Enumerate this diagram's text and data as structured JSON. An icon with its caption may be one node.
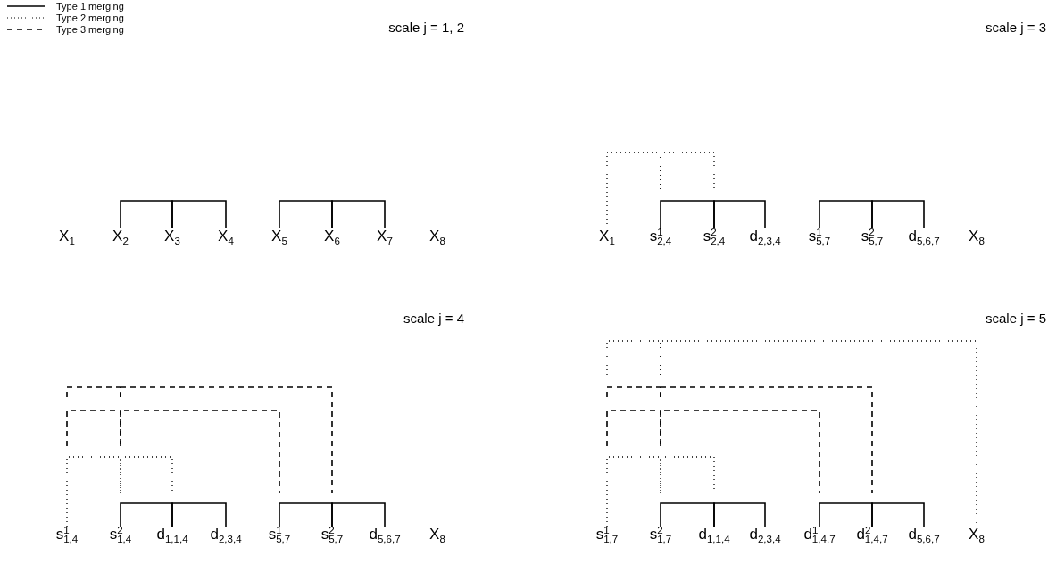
{
  "diagram": {
    "nodes": [
      {
        "text": [
          "X$_{1}$"
        ]
      },
      {
        "text": [
          "X$_{2}$"
        ]
      },
      {
        "text": [
          "X$_{3}$"
        ]
      },
      {
        "text": [
          "X$_{4}$"
        ]
      },
      {
        "text": [
          "X$_{5}$"
        ]
      },
      {
        "text": [
          "X$_{6}$"
        ]
      },
      {
        "text": [
          "X$_{7}$"
        ]
      },
      {
        "text": [
          "X$_{8}$"
        ]
      },
      {
        "text": [
          "X$_{1}$"
        ]
      },
      {
        "text": [
          "s$^{1}$$_{2,4}$"
        ]
      },
      {
        "text": [
          "s$^{2}$$_{2,4}$"
        ]
      },
      {
        "text": [
          "d$_{2,3,4}$"
        ]
      },
      {
        "text": [
          "s$^{1}$$_{5,7}$"
        ]
      },
      {
        "text": [
          "s$^{2}$$_{5,7}$"
        ]
      },
      {
        "text": [
          "d$_{5,6,7}$"
        ]
      },
      {
        "text": [
          "X$_{8}$"
        ]
      },
      {
        "text": [
          "s$^{1}$$_{1,4}$"
        ]
      },
      {
        "text": [
          "s$^{2}$$_{1,4}$"
        ]
      },
      {
        "text": [
          "d$_{1,1,4}$"
        ]
      },
      {
        "text": [
          "d$_{2,3,4}$"
        ]
      },
      {
        "text": [
          "s$^{1}$$_{5,7}$"
        ]
      },
      {
        "text": [
          "s$^{2}$$_{5,7}$"
        ]
      },
      {
        "text": [
          "d$_{5,6,7}$"
        ]
      },
      {
        "text": [
          "X$_{8}$"
        ]
      },
      {
        "text": [
          "s$^{1}$$_{1,7}$"
        ]
      },
      {
        "text": [
          "s$^{2}$$_{1,7}$"
        ]
      },
      {
        "text": [
          "d$_{1,1,4}$"
        ]
      },
      {
        "text": [
          "d$_{2,3,4}$"
        ]
      },
      {
        "text": [
          "d$^{1}$$_{1,4,7}$"
        ]
      },
      {
        "text": [
          "d$^{2}$$_{1,4,7}$"
        ]
      },
      {
        "text": [
          "d$_{5,6,7}$"
        ]
      },
      {
        "text": [
          "X$_{8}$"
        ]
      }
    ],
    "edges": [
      {
        "from": 1,
        "to": 2,
        "arrow": "none"
      },
      {
        "from": 2,
        "to": 3,
        "arrow": "none"
      },
      {
        "from": 4,
        "to": 5,
        "arrow": "none"
      },
      {
        "from": 5,
        "to": 6,
        "arrow": "none"
      },
      {
        "from": 9,
        "to": 10,
        "arrow": "none"
      },
      {
        "from": 10,
        "to": 11,
        "arrow": "none"
      },
      {
        "from": 12,
        "to": 13,
        "arrow": "none"
      },
      {
        "from": 13,
        "to": 14,
        "arrow": "none"
      },
      {
        "from": 8,
        "to": 9,
        "arrow": "none",
        "style": "dashed"
      },
      {
        "from": 9,
        "to": 10,
        "arrow": "none",
        "style": "dashed"
      },
      {
        "from": 17,
        "to": 18,
        "arrow": "none"
      },
      {
        "from": 18,
        "to": 19,
        "arrow": "none"
      },
      {
        "from": 20,
        "to": 21,
        "arrow": "none"
      },
      {
        "from": 21,
        "to": 22,
        "arrow": "none"
      },
      {
        "from": 16,
        "to": 17,
        "arrow": "none",
        "style": "dashed"
      },
      {
        "from": 17,
        "to": 18,
        "arrow": "none",
        "style": "dashed"
      },
      {
        "from": 16,
        "to": 17,
        "arrow": "none",
        "style": "dashed"
      },
      {
        "from": 17,
        "to": 20,
        "arrow": "none",
        "style": "dashed"
      },
      {
        "from": 16,
        "to": 17,
        "arrow": "none",
        "style": "dashed"
      },
      {
        "from": 17,
        "to": 21,
        "arrow": "none",
        "style": "dashed"
      },
      {
        "from": 25,
        "to": 26,
        "arrow": "none"
      },
      {
        "from": 26,
        "to": 27,
        "arrow": "none"
      },
      {
        "from": 28,
        "to": 29,
        "arrow": "none"
      },
      {
        "from": 29,
        "to": 30,
        "arrow": "none"
      },
      {
        "from": 24,
        "to": 25,
        "arrow": "none",
        "style": "dashed"
      },
      {
        "from": 25,
        "to": 26,
        "arrow": "none",
        "style": "dashed"
      },
      {
        "from": 24,
        "to": 25,
        "arrow": "none",
        "style": "dashed"
      },
      {
        "from": 25,
        "to": 28,
        "arrow": "none",
        "style": "dashed"
      },
      {
        "from": 24,
        "to": 25,
        "arrow": "none",
        "style": "dashed"
      },
      {
        "from": 25,
        "to": 29,
        "arrow": "none",
        "style": "dashed"
      },
      {
        "from": 24,
        "to": 25,
        "arrow": "none",
        "style": "dashed"
      },
      {
        "from": 25,
        "to": 31,
        "arrow": "none",
        "style": "dashed"
      }
    ],
    "labels": [
      "scale j = 1, 2",
      "scale j = 3",
      "scale j = 4",
      "scale j = 5"
    ],
    "legend": [
      {
        "text": "Type 1 merging"
      },
      {
        "text": "Type 2 merging"
      },
      {
        "text": "Type 3 merging"
      }
    ]
  }
}
